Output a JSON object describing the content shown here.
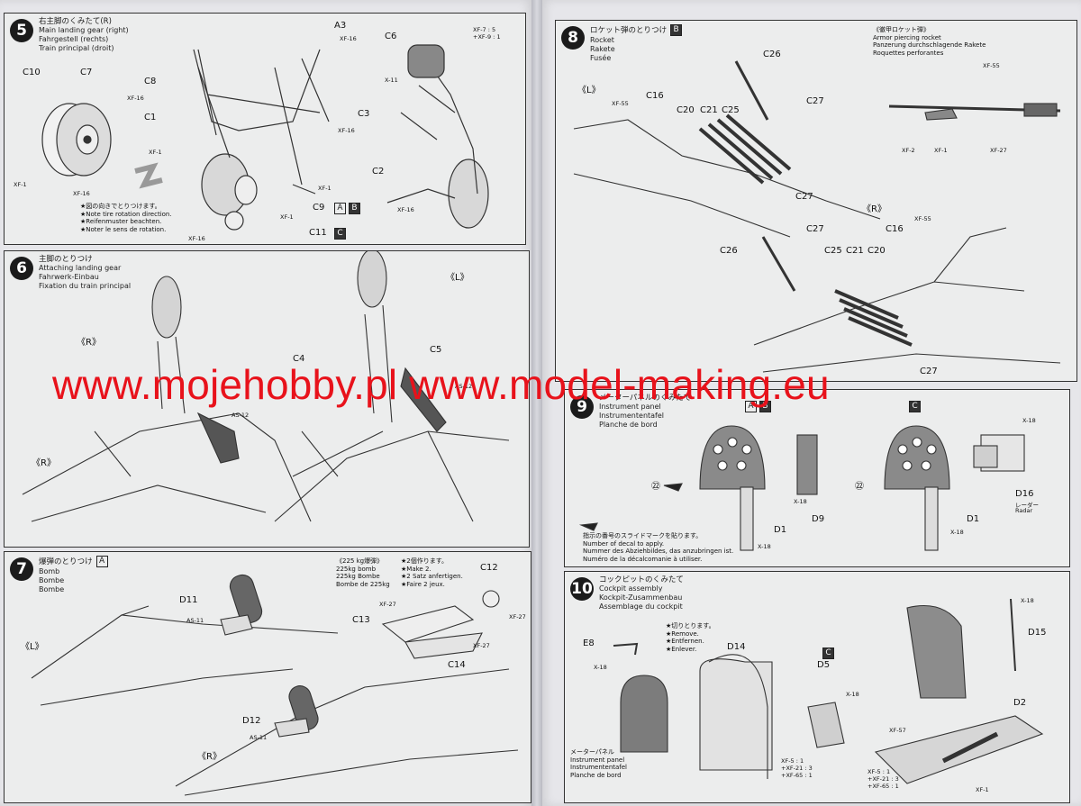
{
  "watermark": "www.mojehobby.pl www.model-making.eu",
  "step5": {
    "num": "5",
    "title_jp": "右主脚のくみたて(R)",
    "title_en": "Main landing gear (right)",
    "title_de": "Fahrgestell (rechts)",
    "title_fr": "Train principal (droit)",
    "parts": {
      "a3": "A3",
      "c6": "C6",
      "c10": "C10",
      "c7": "C7",
      "c8": "C8",
      "c1": "C1",
      "c3": "C3",
      "c2": "C2",
      "c9": "C9",
      "c11": "C11"
    },
    "paints": {
      "xf16a": "XF-16",
      "xf16b": "XF-16",
      "xf16c": "XF-16",
      "xf16d": "XF-16",
      "xf16e": "XF-16",
      "xf16f": "XF-16",
      "xf1a": "XF-1",
      "xf1b": "XF-1",
      "xf1c": "XF-1",
      "xf1d": "XF-1",
      "x11": "X-11",
      "xf7": "XF-7 : 5",
      "xf9": "+XF-9 : 1"
    },
    "note_jp": "★図の向きでとりつけます。",
    "note_en": "★Note tire rotation direction.",
    "note_de": "★Reifenmuster beachten.",
    "note_fr": "★Noter le sens de rotation.",
    "box_a": "A",
    "box_b": "B",
    "box_c": "C"
  },
  "step6": {
    "num": "6",
    "title_jp": "主脚のとりつけ",
    "title_en": "Attaching landing gear",
    "title_de": "Fahrwerk-Einbau",
    "title_fr": "Fixation du train principal",
    "r1": "《R》",
    "r2": "《R》",
    "l": "《L》",
    "c4": "C4",
    "c5": "C5",
    "as12a": "AS-12",
    "as12b": "AS-12"
  },
  "step7": {
    "num": "7",
    "title_jp": "爆弾のとりつけ",
    "title_en": "Bomb",
    "title_de": "Bombe",
    "title_fr": "Bombe",
    "box_a": "A",
    "bomb_jp": "《225 kg爆弾》",
    "bomb_en": "225kg bomb",
    "bomb_de": "225kg Bombe",
    "bomb_fr": "Bombe de 225kg",
    "make_jp": "★2個作ります。",
    "make_en": "★Make 2.",
    "make_de": "★2 Satz anfertigen.",
    "make_fr": "★Faire 2 jeux.",
    "l": "《L》",
    "r": "《R》",
    "d11": "D11",
    "d12": "D12",
    "c12": "C12",
    "c13": "C13",
    "c14": "C14",
    "as11a": "AS-11",
    "as11b": "AS-11",
    "xf27a": "XF-27",
    "xf27b": "XF-27",
    "xf27c": "XF-27"
  },
  "step8": {
    "num": "8",
    "title_jp": "ロケット弾のとりつけ",
    "title_en": "Rocket",
    "title_de": "Rakete",
    "title_fr": "Fusée",
    "box_b": "B",
    "ap_jp": "《徹甲ロケット弾》",
    "ap_en": "Armor piercing rocket",
    "ap_de": "Panzerung durchschlagende Rakete",
    "ap_fr": "Roquettes perforantes",
    "l": "《L》",
    "r": "《R》",
    "parts": {
      "c26a": "C26",
      "c27a": "C27",
      "c16a": "C16",
      "c20a": "C20",
      "c21a": "C21",
      "c25a": "C25",
      "c27b": "C27",
      "c26b": "C26",
      "c27c": "C27",
      "c16b": "C16",
      "c25b": "C25",
      "c21b": "C21",
      "c20b": "C20",
      "c27d": "C27"
    },
    "paints": {
      "xf55a": "XF-55",
      "xf55b": "XF-55",
      "xf55c": "XF-55",
      "xf2": "XF-2",
      "xf1": "XF-1",
      "xf27": "XF-27"
    }
  },
  "step9": {
    "num": "9",
    "title_jp": "メーターパネルのくみたて",
    "title_en": "Instrument panel",
    "title_de": "Instrumententafel",
    "title_fr": "Planche de bord",
    "box_a": "A",
    "box_b": "B",
    "box_c": "C",
    "decal_num_a": "㉒",
    "decal_num_b": "㉒",
    "d1a": "D1",
    "d1b": "D1",
    "d9": "D9",
    "d16": "D16",
    "radar_jp": "レーダー",
    "radar_en": "Radar",
    "x18a": "X-18",
    "x18b": "X-18",
    "x18c": "X-18",
    "x18d": "X-18",
    "decal_jp": "指示の番号のスライドマークを貼ります。",
    "decal_en": "Number of decal to apply.",
    "decal_de": "Nummer des Abziehbildes, das anzubringen ist.",
    "decal_fr": "Numéro de la décalcomanie à utiliser."
  },
  "step10": {
    "num": "10",
    "title_jp": "コックピットのくみたて",
    "title_en": "Cockpit assembly",
    "title_de": "Kockpit-Zusammenbau",
    "title_fr": "Assemblage du cockpit",
    "cut_jp": "★切りとります。",
    "cut_en": "★Remove.",
    "cut_de": "★Entfernen.",
    "cut_fr": "★Enlever.",
    "e8": "E8",
    "d14": "D14",
    "d5": "D5",
    "d15": "D15",
    "d2": "D2",
    "box_c": "C",
    "panel_jp": "メーターパネル",
    "panel_en": "Instrument panel",
    "panel_de": "Instrumententafel",
    "panel_fr": "Planche de bord",
    "x18a": "X-18",
    "x18b": "X-18",
    "x18c": "X-18",
    "xf57": "XF-57",
    "xf1": "XF-1",
    "mixA1": "XF-5 : 1",
    "mixA2": "+XF-21 : 3",
    "mixA3": "+XF-65 : 1",
    "mixB1": "XF-5 : 1",
    "mixB2": "+XF-21 : 3",
    "mixB3": "+XF-65 : 1"
  },
  "colors": {
    "watermark": "#e8121b",
    "ink": "#222222",
    "paper": "#ececed"
  }
}
